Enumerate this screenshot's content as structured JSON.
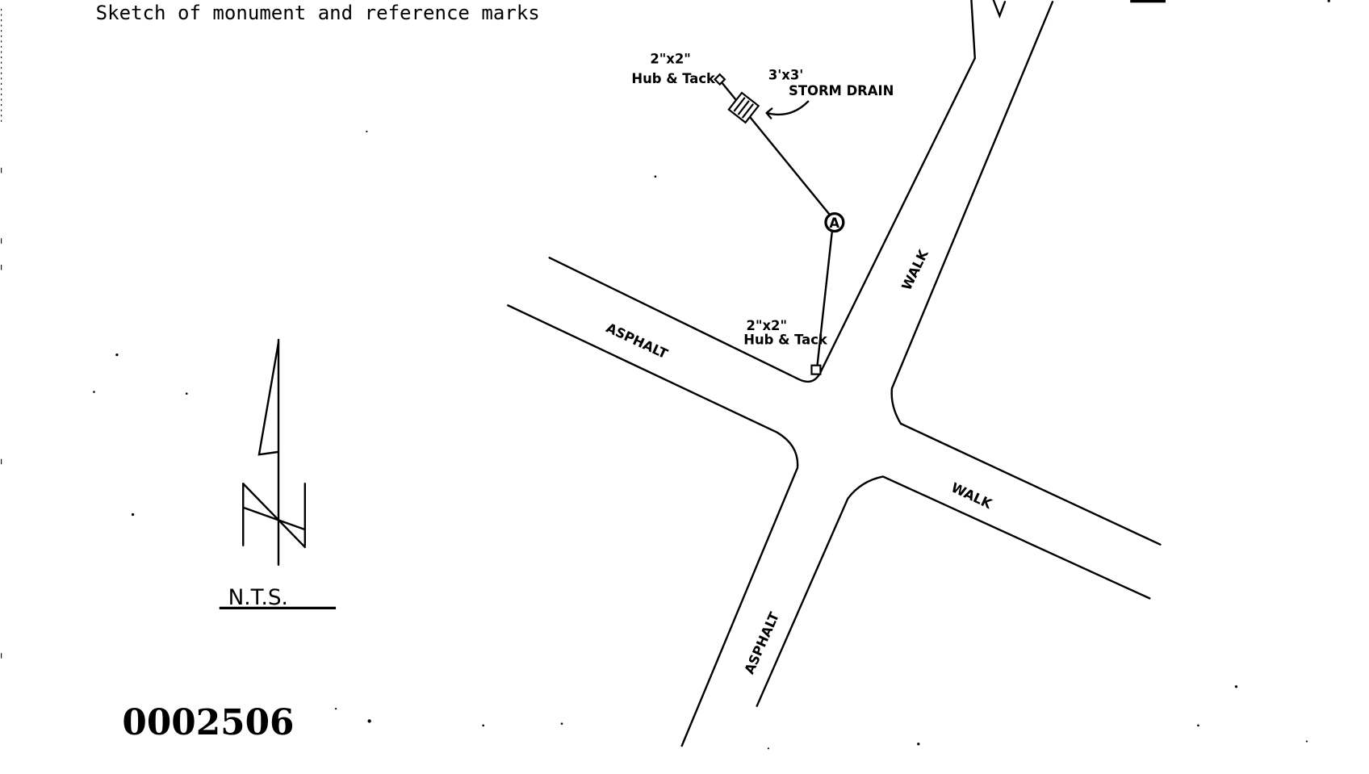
{
  "header": {
    "title": "Sketch of monument and reference marks"
  },
  "sketch": {
    "hub_tack_top": {
      "size": "2\"x2\"",
      "label": "Hub & Tack"
    },
    "storm_drain": {
      "size": "3'x3'",
      "label": "STORM DRAIN"
    },
    "hub_tack_bottom": {
      "size": "2\"x2\"",
      "label": "Hub & Tack"
    },
    "street_labels": [
      "ASPHALT",
      "WALK",
      "WALK",
      "ASPHALT"
    ],
    "scale_note": "N.T.S."
  },
  "footer": {
    "stamp_number": "0002506"
  }
}
